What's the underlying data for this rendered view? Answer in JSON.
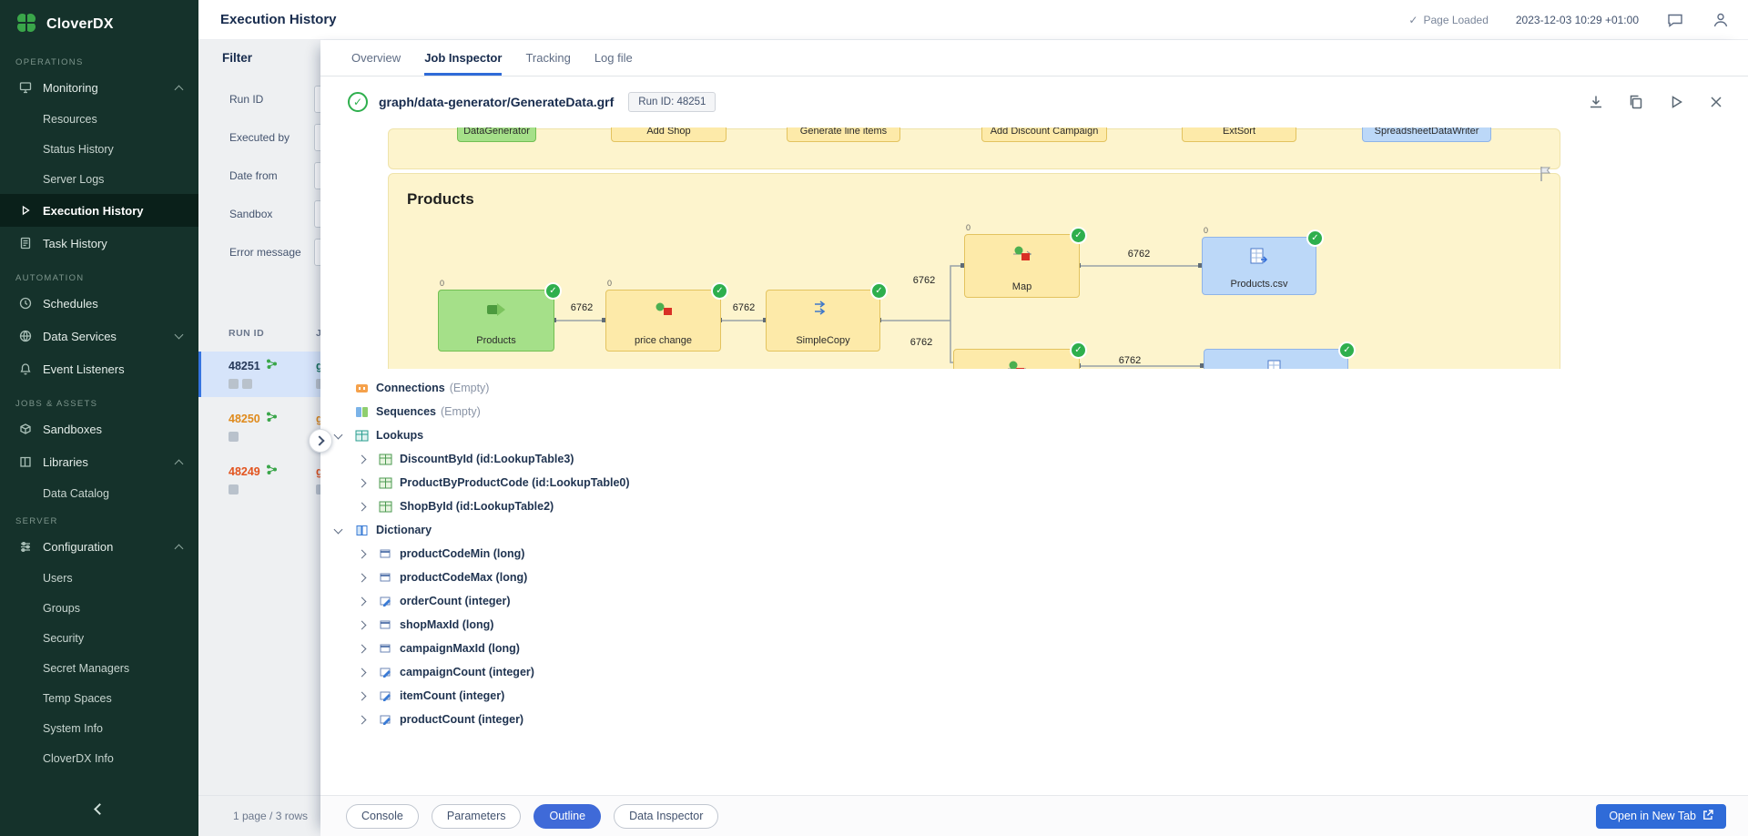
{
  "brand": {
    "name": "CloverDX"
  },
  "header": {
    "title": "Execution History",
    "status": "Page Loaded",
    "timestamp": "2023-12-03 10:29 +01:00"
  },
  "sidebar": {
    "operations_label": "OPERATIONS",
    "automation_label": "AUTOMATION",
    "jobs_label": "JOBS & ASSETS",
    "server_label": "SERVER",
    "monitoring": "Monitoring",
    "resources": "Resources",
    "status_history": "Status History",
    "server_logs": "Server Logs",
    "execution_history": "Execution History",
    "task_history": "Task History",
    "schedules": "Schedules",
    "data_services": "Data Services",
    "event_listeners": "Event Listeners",
    "sandboxes": "Sandboxes",
    "libraries": "Libraries",
    "data_catalog": "Data Catalog",
    "configuration": "Configuration",
    "users": "Users",
    "groups": "Groups",
    "security": "Security",
    "secret_managers": "Secret Managers",
    "temp_spaces": "Temp Spaces",
    "system_info": "System Info",
    "cloverdx_info": "CloverDX Info"
  },
  "filter": {
    "title": "Filter",
    "labels": {
      "run_id": "Run ID",
      "executed_by": "Executed by",
      "date_from": "Date from",
      "sandbox": "Sandbox",
      "error_message": "Error message"
    },
    "table": {
      "col_run_id": "RUN ID",
      "col_job": "J"
    },
    "rows": [
      {
        "run_id": "48251",
        "job": "g"
      },
      {
        "run_id": "48250",
        "job": "g"
      },
      {
        "run_id": "48249",
        "job": "g"
      }
    ],
    "pagination": "1 page / 3 rows"
  },
  "tabs": {
    "overview": "Overview",
    "job_inspector": "Job Inspector",
    "tracking": "Tracking",
    "log_file": "Log file"
  },
  "job": {
    "title": "graph/data-generator/GenerateData.grf",
    "run_badge": "Run ID: 48251"
  },
  "canvas": {
    "phase_label": "Products",
    "port_label": "0",
    "top_components": [
      {
        "label": "DataGenerator"
      },
      {
        "label": "Add Shop"
      },
      {
        "label": "Generate line items"
      },
      {
        "label": "Add Discount Campaign"
      },
      {
        "label": "ExtSort"
      },
      {
        "label": "SpreadsheetDataWriter"
      }
    ],
    "components": [
      {
        "label": "Products"
      },
      {
        "label": "price change"
      },
      {
        "label": "SimpleCopy"
      },
      {
        "label": "Map"
      },
      {
        "label": "Products.csv"
      }
    ],
    "edge_labels": [
      "6762",
      "6762",
      "6762",
      "6762",
      "6762",
      "6762"
    ]
  },
  "outline": {
    "items": [
      {
        "label": "Connections",
        "suffix": "(Empty)"
      },
      {
        "label": "Sequences",
        "suffix": "(Empty)"
      },
      {
        "label": "Lookups"
      },
      {
        "label": "DiscountById (id:LookupTable3)"
      },
      {
        "label": "ProductByProductCode (id:LookupTable0)"
      },
      {
        "label": "ShopById (id:LookupTable2)"
      },
      {
        "label": "Dictionary"
      },
      {
        "label": "productCodeMin (long)"
      },
      {
        "label": "productCodeMax (long)"
      },
      {
        "label": "orderCount (integer)"
      },
      {
        "label": "shopMaxId (long)"
      },
      {
        "label": "campaignMaxId (long)"
      },
      {
        "label": "campaignCount (integer)"
      },
      {
        "label": "itemCount (integer)"
      },
      {
        "label": "productCount (integer)"
      }
    ]
  },
  "bottom_bar": {
    "console": "Console",
    "parameters": "Parameters",
    "outline": "Outline",
    "data_inspector": "Data Inspector",
    "open_new_tab": "Open in New Tab"
  },
  "colors": {
    "accent_blue": "#2f6bd8",
    "success_green": "#2eaf4d",
    "run_ok": "#253858",
    "run_warn": "#df8a1c",
    "run_err": "#e2541f",
    "sidebar_bg": "#15322b",
    "phase_fill": "#fdf4cd"
  }
}
